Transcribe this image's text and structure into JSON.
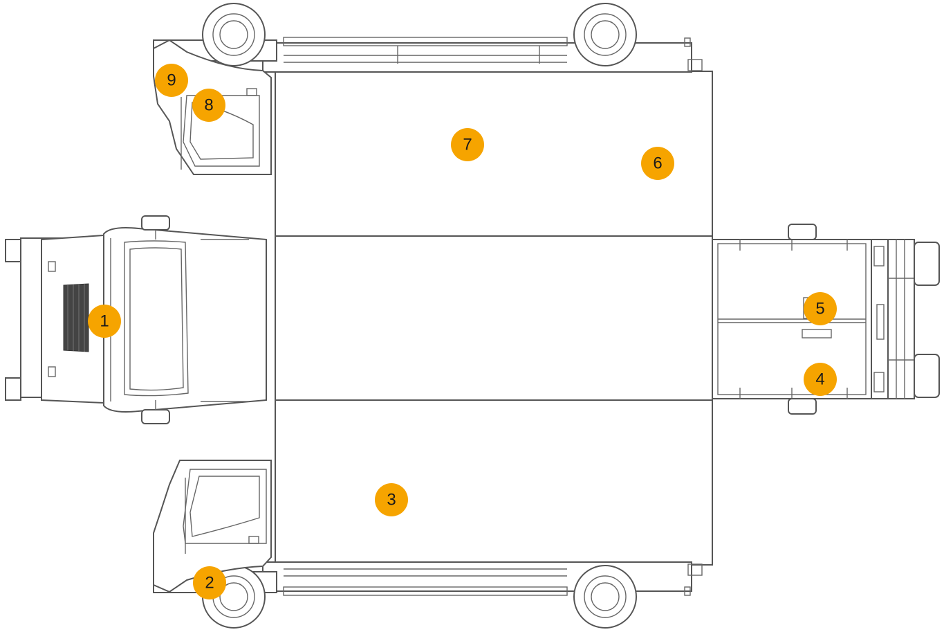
{
  "accent_color": "#F6A400",
  "line_color": "#555555",
  "markers": [
    {
      "label": "1"
    },
    {
      "label": "2"
    },
    {
      "label": "3"
    },
    {
      "label": "4"
    },
    {
      "label": "5"
    },
    {
      "label": "6"
    },
    {
      "label": "7"
    },
    {
      "label": "8"
    },
    {
      "label": "9"
    }
  ]
}
